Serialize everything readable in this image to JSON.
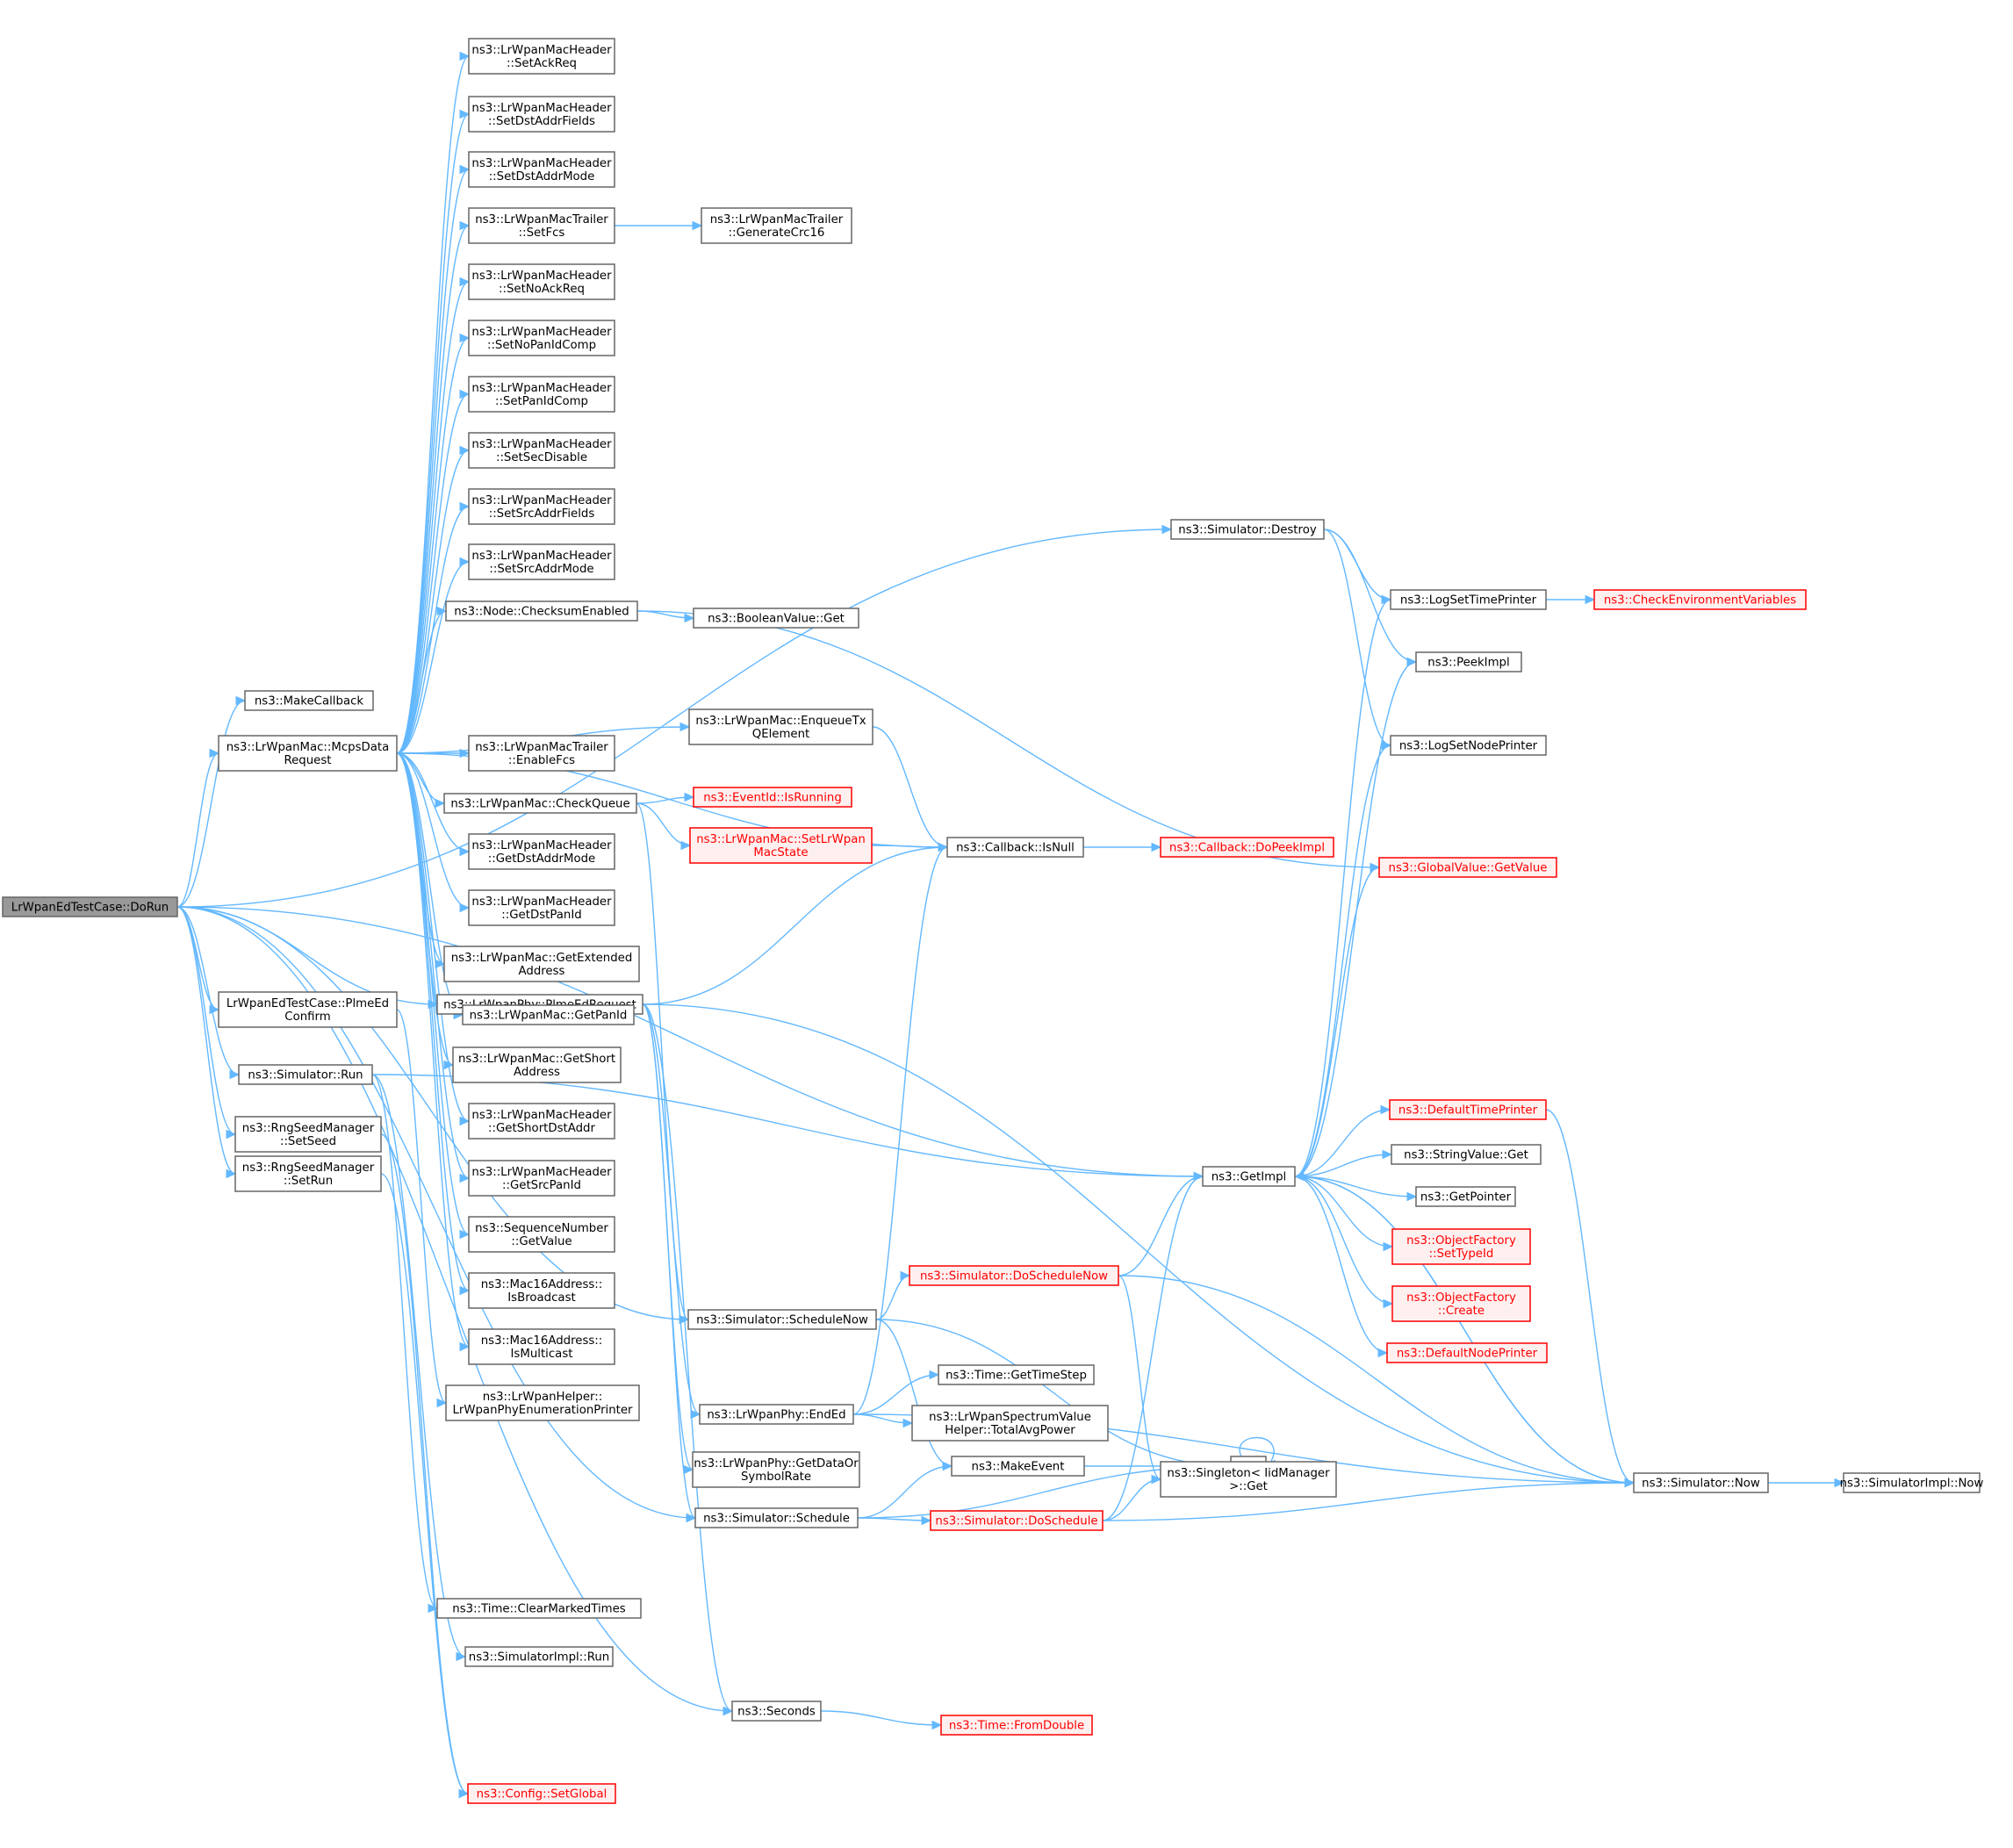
{
  "diagram": {
    "title": "",
    "colors": {
      "edge": "#63b8ff",
      "node_border": "#666666",
      "highlight": "#ff0000",
      "root_fill": "#999999"
    },
    "nodes": [
      {
        "id": "doRun",
        "lines": [
          "LrWpanEdTestCase::DoRun"
        ],
        "style": "root"
      },
      {
        "id": "makeCallback",
        "lines": [
          "ns3::MakeCallback"
        ]
      },
      {
        "id": "mcps",
        "lines": [
          "ns3::LrWpanMac::McpsData",
          "Request"
        ]
      },
      {
        "id": "plmeEdConfirm",
        "lines": [
          "LrWpanEdTestCase::PlmeEd",
          "Confirm"
        ]
      },
      {
        "id": "plmeEdReq",
        "lines": [
          "ns3::LrWpanPhy::PlmeEdRequest"
        ]
      },
      {
        "id": "simRun",
        "lines": [
          "ns3::Simulator::Run"
        ]
      },
      {
        "id": "setSeed",
        "lines": [
          "ns3::RngSeedManager",
          "::SetSeed"
        ]
      },
      {
        "id": "setRun",
        "lines": [
          "ns3::RngSeedManager",
          "::SetRun"
        ]
      },
      {
        "id": "setAckReq",
        "lines": [
          "ns3::LrWpanMacHeader",
          "::SetAckReq"
        ]
      },
      {
        "id": "setDstAddrFields",
        "lines": [
          "ns3::LrWpanMacHeader",
          "::SetDstAddrFields"
        ]
      },
      {
        "id": "setDstAddrMode",
        "lines": [
          "ns3::LrWpanMacHeader",
          "::SetDstAddrMode"
        ]
      },
      {
        "id": "setFcs",
        "lines": [
          "ns3::LrWpanMacTrailer",
          "::SetFcs"
        ]
      },
      {
        "id": "setNoAckReq",
        "lines": [
          "ns3::LrWpanMacHeader",
          "::SetNoAckReq"
        ]
      },
      {
        "id": "setNoPanIdComp",
        "lines": [
          "ns3::LrWpanMacHeader",
          "::SetNoPanIdComp"
        ]
      },
      {
        "id": "setPanIdComp",
        "lines": [
          "ns3::LrWpanMacHeader",
          "::SetPanIdComp"
        ]
      },
      {
        "id": "setSecDisable",
        "lines": [
          "ns3::LrWpanMacHeader",
          "::SetSecDisable"
        ]
      },
      {
        "id": "setSrcAddrFields",
        "lines": [
          "ns3::LrWpanMacHeader",
          "::SetSrcAddrFields"
        ]
      },
      {
        "id": "setSrcAddrMode",
        "lines": [
          "ns3::LrWpanMacHeader",
          "::SetSrcAddrMode"
        ]
      },
      {
        "id": "checksumEnabled",
        "lines": [
          "ns3::Node::ChecksumEnabled"
        ]
      },
      {
        "id": "enableFcs",
        "lines": [
          "ns3::LrWpanMacTrailer",
          "::EnableFcs"
        ]
      },
      {
        "id": "checkQueue",
        "lines": [
          "ns3::LrWpanMac::CheckQueue"
        ]
      },
      {
        "id": "getDstAddrMode",
        "lines": [
          "ns3::LrWpanMacHeader",
          "::GetDstAddrMode"
        ]
      },
      {
        "id": "getDstPanId",
        "lines": [
          "ns3::LrWpanMacHeader",
          "::GetDstPanId"
        ]
      },
      {
        "id": "getExtAddr",
        "lines": [
          "ns3::LrWpanMac::GetExtended",
          "Address"
        ]
      },
      {
        "id": "getPanId",
        "lines": [
          "ns3::LrWpanMac::GetPanId"
        ]
      },
      {
        "id": "getShortAddr",
        "lines": [
          "ns3::LrWpanMac::GetShort",
          "Address"
        ]
      },
      {
        "id": "getShortDstAddr",
        "lines": [
          "ns3::LrWpanMacHeader",
          "::GetShortDstAddr"
        ]
      },
      {
        "id": "getSrcPanId",
        "lines": [
          "ns3::LrWpanMacHeader",
          "::GetSrcPanId"
        ]
      },
      {
        "id": "seqGetValue",
        "lines": [
          "ns3::SequenceNumber",
          "::GetValue"
        ]
      },
      {
        "id": "isBroadcast",
        "lines": [
          "ns3::Mac16Address::",
          "IsBroadcast"
        ]
      },
      {
        "id": "isMulticast",
        "lines": [
          "ns3::Mac16Address::",
          "IsMulticast"
        ]
      },
      {
        "id": "lrWpanHelper",
        "lines": [
          "ns3::LrWpanHelper::",
          "LrWpanPhyEnumerationPrinter"
        ]
      },
      {
        "id": "scheduleNow",
        "lines": [
          "ns3::Simulator::ScheduleNow"
        ]
      },
      {
        "id": "endEd",
        "lines": [
          "ns3::LrWpanPhy::EndEd"
        ]
      },
      {
        "id": "getDataOrSymbolRate",
        "lines": [
          "ns3::LrWpanPhy::GetDataOr",
          "SymbolRate"
        ]
      },
      {
        "id": "schedule",
        "lines": [
          "ns3::Simulator::Schedule"
        ]
      },
      {
        "id": "clearMarkedTimes",
        "lines": [
          "ns3::Time::ClearMarkedTimes"
        ]
      },
      {
        "id": "simImplRun",
        "lines": [
          "ns3::SimulatorImpl::Run"
        ]
      },
      {
        "id": "seconds",
        "lines": [
          "ns3::Seconds"
        ]
      },
      {
        "id": "setGlobal",
        "lines": [
          "ns3::Config::SetGlobal"
        ],
        "style": "red"
      },
      {
        "id": "generateCrc16",
        "lines": [
          "ns3::LrWpanMacTrailer",
          "::GenerateCrc16"
        ]
      },
      {
        "id": "booleanGet",
        "lines": [
          "ns3::BooleanValue::Get"
        ]
      },
      {
        "id": "enqueueTx",
        "lines": [
          "ns3::LrWpanMac::EnqueueTx",
          "QElement"
        ]
      },
      {
        "id": "eventIsRunning",
        "lines": [
          "ns3::EventId::IsRunning"
        ],
        "style": "red"
      },
      {
        "id": "setLrWpanMacState",
        "lines": [
          "ns3::LrWpanMac::SetLrWpan",
          "MacState"
        ],
        "style": "red"
      },
      {
        "id": "cbIsNull",
        "lines": [
          "ns3::Callback::IsNull"
        ]
      },
      {
        "id": "doScheduleNow",
        "lines": [
          "ns3::Simulator::DoScheduleNow"
        ],
        "style": "red"
      },
      {
        "id": "getTimeStep",
        "lines": [
          "ns3::Time::GetTimeStep"
        ]
      },
      {
        "id": "totalAvgPower",
        "lines": [
          "ns3::LrWpanSpectrumValue",
          "Helper::TotalAvgPower"
        ]
      },
      {
        "id": "makeEvent",
        "lines": [
          "ns3::MakeEvent"
        ]
      },
      {
        "id": "doSchedule",
        "lines": [
          "ns3::Simulator::DoSchedule"
        ],
        "style": "red"
      },
      {
        "id": "fromDouble",
        "lines": [
          "ns3::Time::FromDouble"
        ],
        "style": "red"
      },
      {
        "id": "destroy",
        "lines": [
          "ns3::Simulator::Destroy"
        ]
      },
      {
        "id": "cbDoPeekImpl",
        "lines": [
          "ns3::Callback::DoPeekImpl"
        ],
        "style": "red"
      },
      {
        "id": "getImpl",
        "lines": [
          "ns3::GetImpl"
        ]
      },
      {
        "id": "f",
        "lines": [
          "f"
        ]
      },
      {
        "id": "singletonGet",
        "lines": [
          "ns3::Singleton< IidManager",
          "&gt;::Get"
        ]
      },
      {
        "id": "logSetTimePrinter",
        "lines": [
          "ns3::LogSetTimePrinter"
        ]
      },
      {
        "id": "peekImpl",
        "lines": [
          "ns3::PeekImpl"
        ]
      },
      {
        "id": "logSetNodePrinter",
        "lines": [
          "ns3::LogSetNodePrinter"
        ]
      },
      {
        "id": "globalGetValue",
        "lines": [
          "ns3::GlobalValue::GetValue"
        ],
        "style": "red"
      },
      {
        "id": "defaultTimePrinter",
        "lines": [
          "ns3::DefaultTimePrinter"
        ],
        "style": "red"
      },
      {
        "id": "stringGet",
        "lines": [
          "ns3::StringValue::Get"
        ]
      },
      {
        "id": "getPointer",
        "lines": [
          "ns3::GetPointer"
        ]
      },
      {
        "id": "ofSetTypeId",
        "lines": [
          "ns3::ObjectFactory",
          "::SetTypeId"
        ],
        "style": "red"
      },
      {
        "id": "ofCreate",
        "lines": [
          "ns3::ObjectFactory",
          "::Create"
        ],
        "style": "red"
      },
      {
        "id": "defaultNodePrinter",
        "lines": [
          "ns3::DefaultNodePrinter"
        ],
        "style": "red"
      },
      {
        "id": "simNow",
        "lines": [
          "ns3::Simulator::Now"
        ]
      },
      {
        "id": "checkEnvVars",
        "lines": [
          "ns3::CheckEnvironmentVariables"
        ],
        "style": "red"
      },
      {
        "id": "simImplNow",
        "lines": [
          "ns3::SimulatorImpl::Now"
        ]
      }
    ],
    "edges": [
      [
        "doRun",
        "makeCallback"
      ],
      [
        "doRun",
        "mcps"
      ],
      [
        "doRun",
        "plmeEdConfirm"
      ],
      [
        "doRun",
        "plmeEdReq"
      ],
      [
        "doRun",
        "simRun"
      ],
      [
        "doRun",
        "setSeed"
      ],
      [
        "doRun",
        "setRun"
      ],
      [
        "doRun",
        "destroy"
      ],
      [
        "doRun",
        "getImpl"
      ],
      [
        "doRun",
        "scheduleNow"
      ],
      [
        "doRun",
        "schedule"
      ],
      [
        "doRun",
        "seconds"
      ],
      [
        "mcps",
        "setAckReq"
      ],
      [
        "mcps",
        "setDstAddrFields"
      ],
      [
        "mcps",
        "setDstAddrMode"
      ],
      [
        "mcps",
        "setFcs"
      ],
      [
        "mcps",
        "setNoAckReq"
      ],
      [
        "mcps",
        "setNoPanIdComp"
      ],
      [
        "mcps",
        "setPanIdComp"
      ],
      [
        "mcps",
        "setSecDisable"
      ],
      [
        "mcps",
        "setSrcAddrFields"
      ],
      [
        "mcps",
        "setSrcAddrMode"
      ],
      [
        "mcps",
        "checksumEnabled"
      ],
      [
        "mcps",
        "cbIsNull"
      ],
      [
        "mcps",
        "enqueueTx"
      ],
      [
        "mcps",
        "enableFcs"
      ],
      [
        "mcps",
        "checkQueue"
      ],
      [
        "mcps",
        "getDstAddrMode"
      ],
      [
        "mcps",
        "getDstPanId"
      ],
      [
        "mcps",
        "getExtAddr"
      ],
      [
        "mcps",
        "getPanId"
      ],
      [
        "mcps",
        "getShortAddr"
      ],
      [
        "mcps",
        "getShortDstAddr"
      ],
      [
        "mcps",
        "getSrcPanId"
      ],
      [
        "mcps",
        "seqGetValue"
      ],
      [
        "mcps",
        "isBroadcast"
      ],
      [
        "mcps",
        "isMulticast"
      ],
      [
        "setFcs",
        "generateCrc16"
      ],
      [
        "checksumEnabled",
        "booleanGet"
      ],
      [
        "checksumEnabled",
        "globalGetValue"
      ],
      [
        "enqueueTx",
        "cbIsNull"
      ],
      [
        "checkQueue",
        "eventIsRunning"
      ],
      [
        "checkQueue",
        "setLrWpanMacState"
      ],
      [
        "checkQueue",
        "scheduleNow"
      ],
      [
        "setLrWpanMacState",
        "cbIsNull"
      ],
      [
        "cbIsNull",
        "cbDoPeekImpl"
      ],
      [
        "plmeEdConfirm",
        "lrWpanHelper"
      ],
      [
        "plmeEdReq",
        "cbIsNull"
      ],
      [
        "plmeEdReq",
        "endEd"
      ],
      [
        "plmeEdReq",
        "getDataOrSymbolRate"
      ],
      [
        "plmeEdReq",
        "schedule"
      ],
      [
        "plmeEdReq",
        "seconds"
      ],
      [
        "plmeEdReq",
        "simNow"
      ],
      [
        "simRun",
        "clearMarkedTimes"
      ],
      [
        "simRun",
        "simImplRun"
      ],
      [
        "simRun",
        "getImpl"
      ],
      [
        "scheduleNow",
        "doScheduleNow"
      ],
      [
        "scheduleNow",
        "makeEvent"
      ],
      [
        "scheduleNow",
        "f"
      ],
      [
        "endEd",
        "cbIsNull"
      ],
      [
        "endEd",
        "getTimeStep"
      ],
      [
        "endEd",
        "totalAvgPower"
      ],
      [
        "endEd",
        "simNow"
      ],
      [
        "schedule",
        "makeEvent"
      ],
      [
        "schedule",
        "doSchedule"
      ],
      [
        "schedule",
        "f"
      ],
      [
        "makeEvent",
        "f"
      ],
      [
        "f",
        "f"
      ],
      [
        "doScheduleNow",
        "getImpl"
      ],
      [
        "doScheduleNow",
        "singletonGet"
      ],
      [
        "doScheduleNow",
        "simNow"
      ],
      [
        "doSchedule",
        "getImpl"
      ],
      [
        "doSchedule",
        "singletonGet"
      ],
      [
        "doSchedule",
        "simNow"
      ],
      [
        "seconds",
        "fromDouble"
      ],
      [
        "setSeed",
        "setGlobal"
      ],
      [
        "setRun",
        "setGlobal"
      ],
      [
        "destroy",
        "logSetTimePrinter"
      ],
      [
        "destroy",
        "peekImpl"
      ],
      [
        "destroy",
        "logSetNodePrinter"
      ],
      [
        "getImpl",
        "logSetTimePrinter"
      ],
      [
        "getImpl",
        "peekImpl"
      ],
      [
        "getImpl",
        "logSetNodePrinter"
      ],
      [
        "getImpl",
        "globalGetValue"
      ],
      [
        "getImpl",
        "defaultTimePrinter"
      ],
      [
        "getImpl",
        "stringGet"
      ],
      [
        "getImpl",
        "getPointer"
      ],
      [
        "getImpl",
        "ofSetTypeId"
      ],
      [
        "getImpl",
        "ofCreate"
      ],
      [
        "getImpl",
        "defaultNodePrinter"
      ],
      [
        "getImpl",
        "simNow"
      ],
      [
        "logSetTimePrinter",
        "checkEnvVars"
      ],
      [
        "defaultTimePrinter",
        "simNow"
      ],
      [
        "simNow",
        "getImpl"
      ],
      [
        "simNow",
        "simImplNow"
      ]
    ]
  }
}
